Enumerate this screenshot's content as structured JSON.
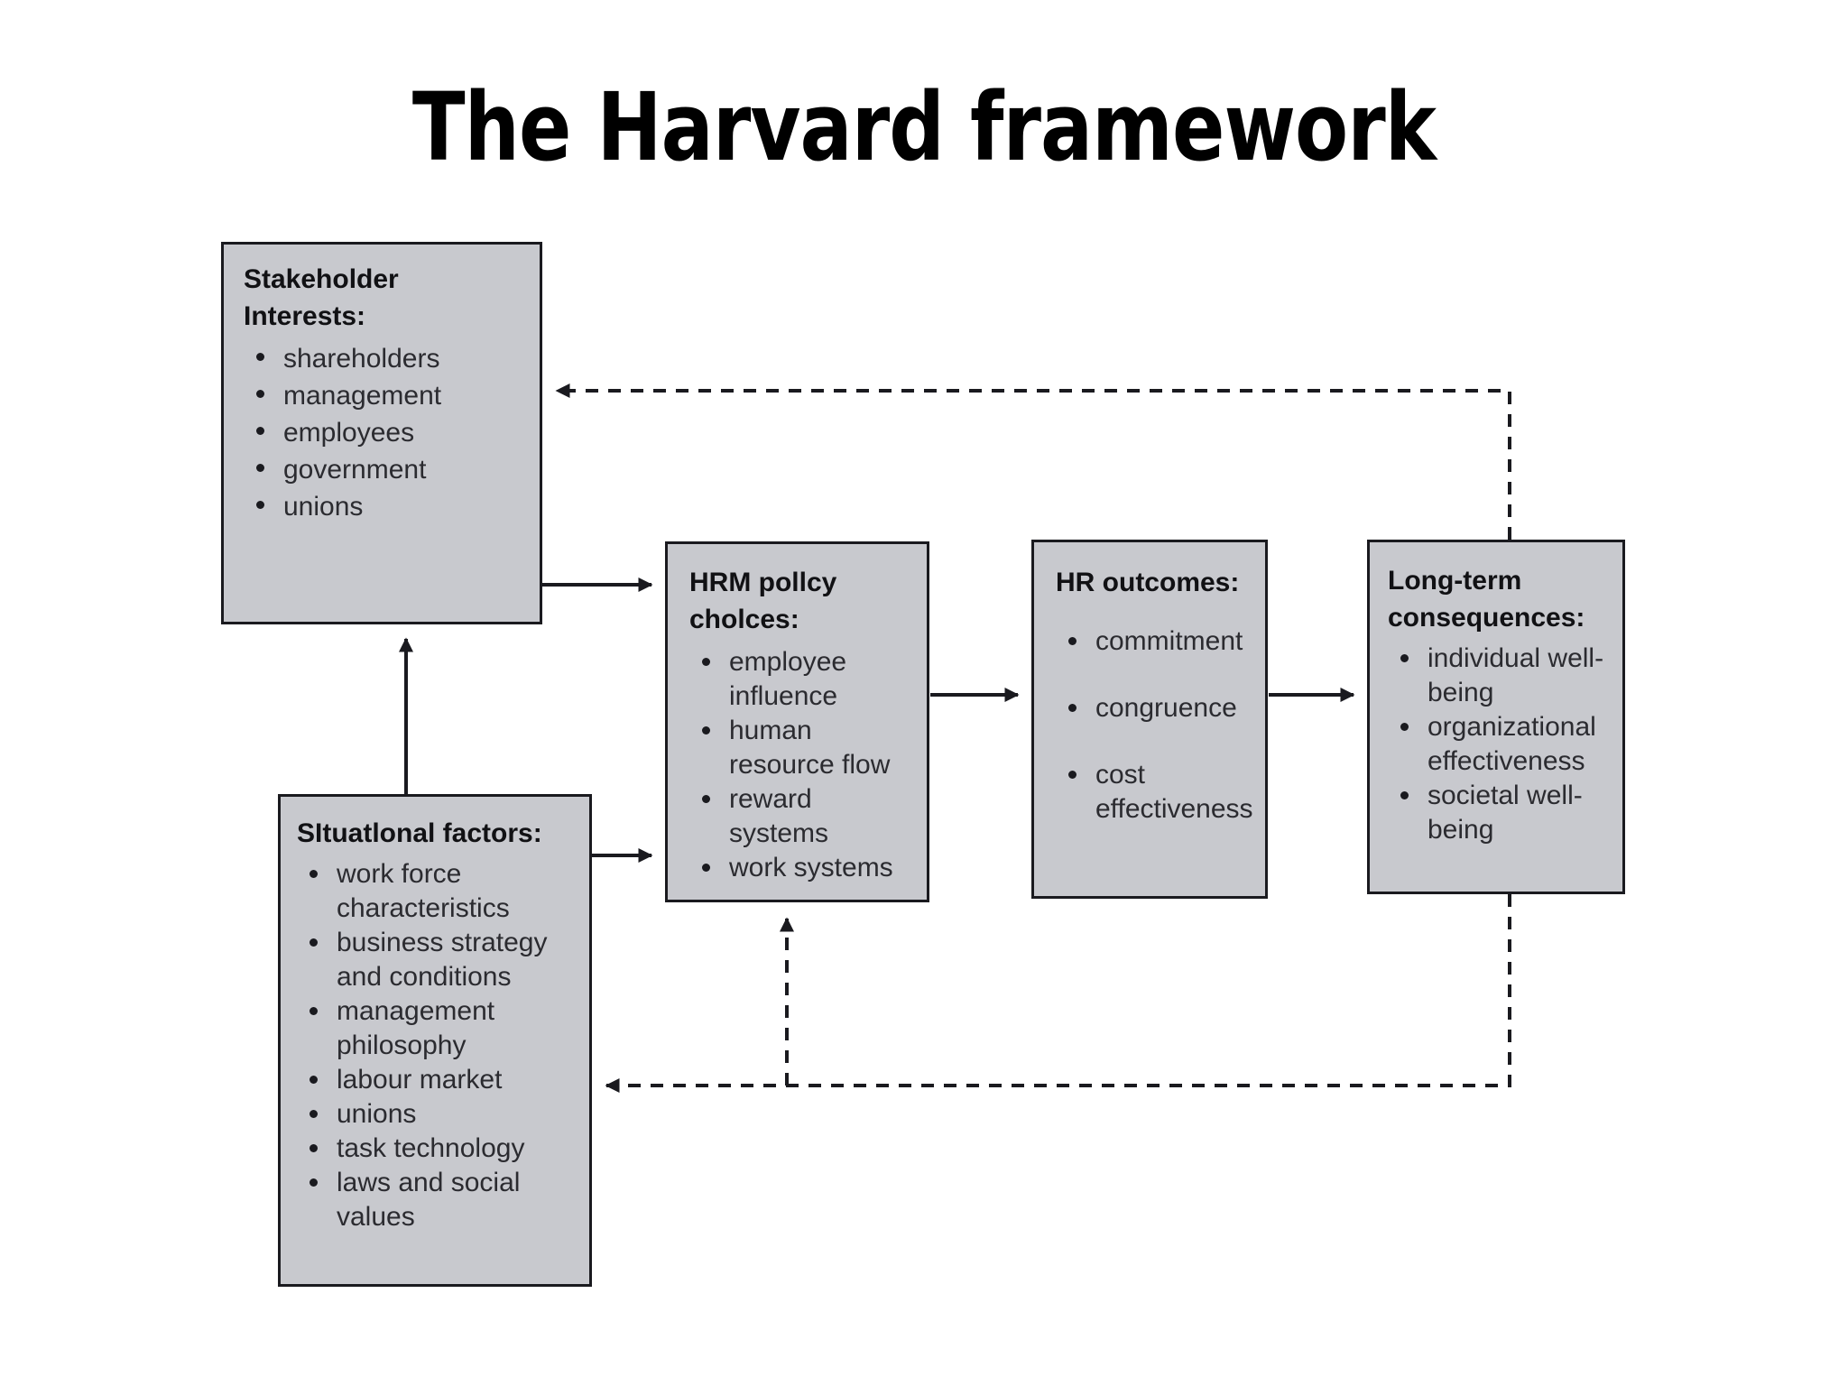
{
  "slide": {
    "title": "The Harvard framework",
    "background_color": "#ffffff",
    "box_fill_color": "#c8c9ce",
    "box_border_color": "#1a1a1f",
    "connector_color": "#1a1a1f"
  },
  "diagram": {
    "type": "flow-diagram",
    "nodes": [
      {
        "id": "stakeholder",
        "heading": "Stakeholder Interests:",
        "heading_lines": [
          "Stakeholder",
          "Interests:"
        ],
        "bullets": [
          "shareholders",
          "management",
          "employees",
          "government",
          "unions"
        ]
      },
      {
        "id": "situational",
        "heading": "SItuatlonal factors:",
        "heading_lines": [
          "SItuatlonal factors:"
        ],
        "bullets": [
          "work force characteristics",
          "business strategy and conditions",
          "management philosophy",
          "labour market",
          "unions",
          "task technology",
          "laws and social values"
        ]
      },
      {
        "id": "hrm",
        "heading": "HRM pollcy cholces:",
        "heading_lines": [
          "HRM pollcy",
          "cholces:"
        ],
        "bullets": [
          "employee influence",
          "human resource flow",
          "reward systems",
          "work systems"
        ]
      },
      {
        "id": "outcomes",
        "heading": "HR outcomes:",
        "heading_lines": [
          "HR outcomes:"
        ],
        "bullets": [
          "commitment",
          "congruence",
          "cost effectiveness"
        ]
      },
      {
        "id": "longterm",
        "heading": "Long-term consequences:",
        "heading_lines": [
          "Long-term",
          "consequences:"
        ],
        "bullets": [
          "individual well-being",
          "organizational effectiveness",
          "societal well-being"
        ]
      }
    ],
    "edges": [
      {
        "from": "stakeholder",
        "to": "hrm",
        "style": "solid",
        "direction": "forward"
      },
      {
        "from": "situational",
        "to": "hrm",
        "style": "solid",
        "direction": "forward"
      },
      {
        "from": "situational",
        "to": "stakeholder",
        "style": "solid",
        "direction": "forward"
      },
      {
        "from": "hrm",
        "to": "outcomes",
        "style": "solid",
        "direction": "forward"
      },
      {
        "from": "outcomes",
        "to": "longterm",
        "style": "solid",
        "direction": "forward"
      },
      {
        "from": "longterm",
        "to": "stakeholder",
        "style": "dashed",
        "direction": "feedback"
      },
      {
        "from": "longterm",
        "to": "situational",
        "style": "dashed",
        "direction": "feedback"
      },
      {
        "from": "longterm",
        "to": "hrm",
        "style": "dashed",
        "direction": "feedback"
      }
    ]
  }
}
